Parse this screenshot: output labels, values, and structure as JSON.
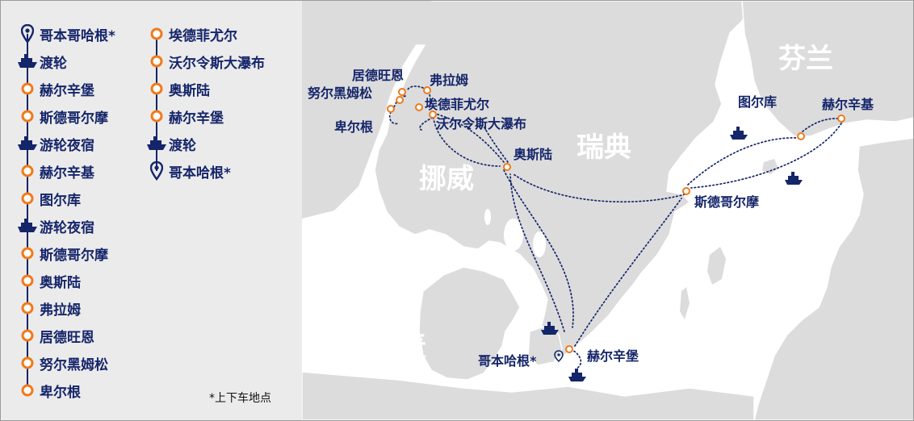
{
  "legend": {
    "left": [
      {
        "label": "哥本哥哈根*",
        "icon": "pin-icon"
      },
      {
        "label": "渡轮",
        "icon": "ferry-icon"
      },
      {
        "label": "赫尔辛堡",
        "icon": "stop-circle-icon"
      },
      {
        "label": "斯德哥尔摩",
        "icon": "stop-circle-icon"
      },
      {
        "label": "游轮夜宿",
        "icon": "ferry-icon"
      },
      {
        "label": "赫尔辛基",
        "icon": "stop-circle-icon"
      },
      {
        "label": "图尔库",
        "icon": "stop-circle-icon"
      },
      {
        "label": "游轮夜宿",
        "icon": "ferry-icon"
      },
      {
        "label": "斯德哥尔摩",
        "icon": "stop-circle-icon"
      },
      {
        "label": "奥斯陆",
        "icon": "stop-circle-icon"
      },
      {
        "label": "弗拉姆",
        "icon": "stop-circle-icon"
      },
      {
        "label": "居德旺恩",
        "icon": "stop-circle-icon"
      },
      {
        "label": "努尔黑姆松",
        "icon": "stop-circle-icon"
      },
      {
        "label": "卑尔根",
        "icon": "stop-circle-icon"
      }
    ],
    "right": [
      {
        "label": "埃德菲尤尔",
        "icon": "stop-circle-icon"
      },
      {
        "label": "沃尔令斯大瀑布",
        "icon": "stop-circle-icon"
      },
      {
        "label": "奥斯陆",
        "icon": "stop-circle-icon"
      },
      {
        "label": "赫尔辛堡",
        "icon": "stop-circle-icon"
      },
      {
        "label": "渡轮",
        "icon": "ferry-icon"
      },
      {
        "label": "哥本哈根*",
        "icon": "pin-icon"
      }
    ],
    "note": "*上下车地点"
  },
  "map": {
    "countries": {
      "finland": "芬兰",
      "sweden": "瑞典",
      "norway": "挪威",
      "denmark": "丹麦"
    },
    "cities": {
      "jude": "居德旺恩",
      "flam": "弗拉姆",
      "nord": "努尔黑姆松",
      "eide": "埃德菲尤尔",
      "bergen": "卑尔根",
      "voring": "沃尔令斯大瀑布",
      "oslo": "奥斯陆",
      "turku": "图尔库",
      "helsinki": "赫尔辛基",
      "stockholm": "斯德哥尔摩",
      "copen": "哥本哈根*",
      "helsing": "赫尔辛堡"
    }
  },
  "colors": {
    "navy": "#15256a",
    "orange": "#f07a1a",
    "sea": "#ffffff",
    "land": "#dcdcdc",
    "legend_bg": "#ebebeb"
  }
}
